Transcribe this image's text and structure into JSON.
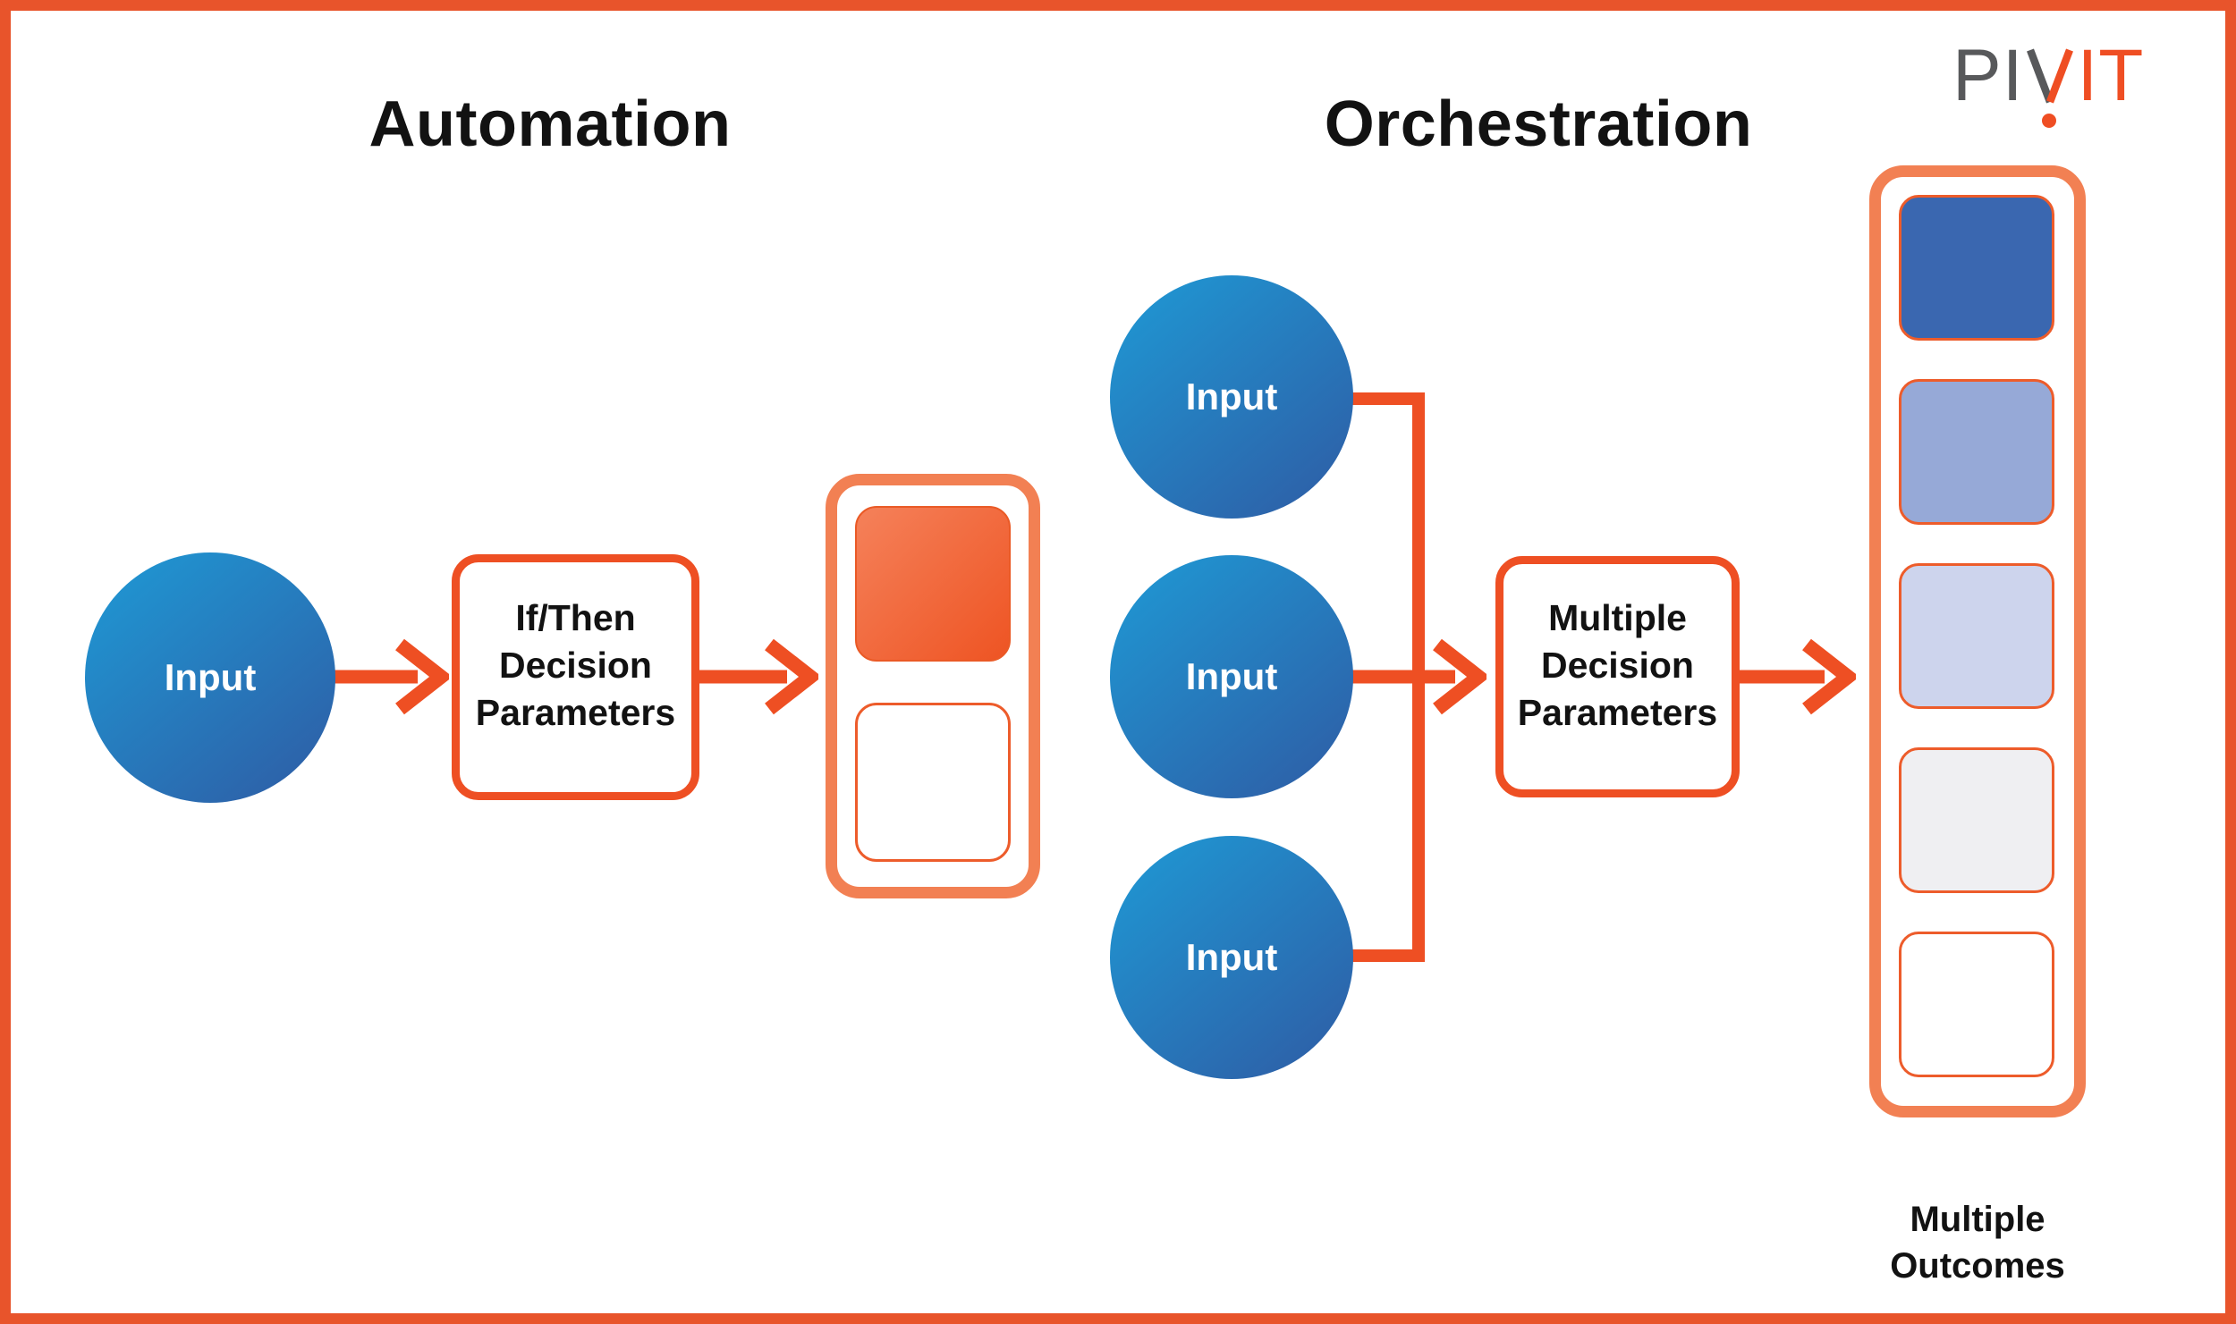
{
  "brand": {
    "name": "PIVIT",
    "logo_gray": "PI",
    "logo_v": "V",
    "logo_orange": "IT"
  },
  "colors": {
    "frame_border": "#e8542b",
    "arrow_orange": "#ee4f23",
    "container_salmon": "#f28053",
    "square_border_orange": "#ed5c2b",
    "circle_gradient_start": "#1f97d3",
    "circle_gradient_end": "#2e5ea6",
    "logo_gray": "#58595b",
    "logo_orange": "#ef4e23",
    "title_text": "#121212"
  },
  "automation": {
    "title": "Automation",
    "input_label": "Input",
    "decision_lines": [
      "If/Then",
      "Decision",
      "Parameters"
    ],
    "outcomes": {
      "filled_gradient": [
        "#f5815a",
        "#ee5423"
      ],
      "empty_color": "#ffffff"
    }
  },
  "orchestration": {
    "title": "Orchestration",
    "inputs": [
      "Input",
      "Input",
      "Input"
    ],
    "decision_lines": [
      "Multiple",
      "Decision",
      "Parameters"
    ],
    "outcomes_label_lines": [
      "Multiple",
      "Outcomes"
    ],
    "outcome_colors": [
      "#3a67b0",
      "#96a9d7",
      "#cdd4ed",
      "#efeff2",
      "#ffffff"
    ]
  }
}
